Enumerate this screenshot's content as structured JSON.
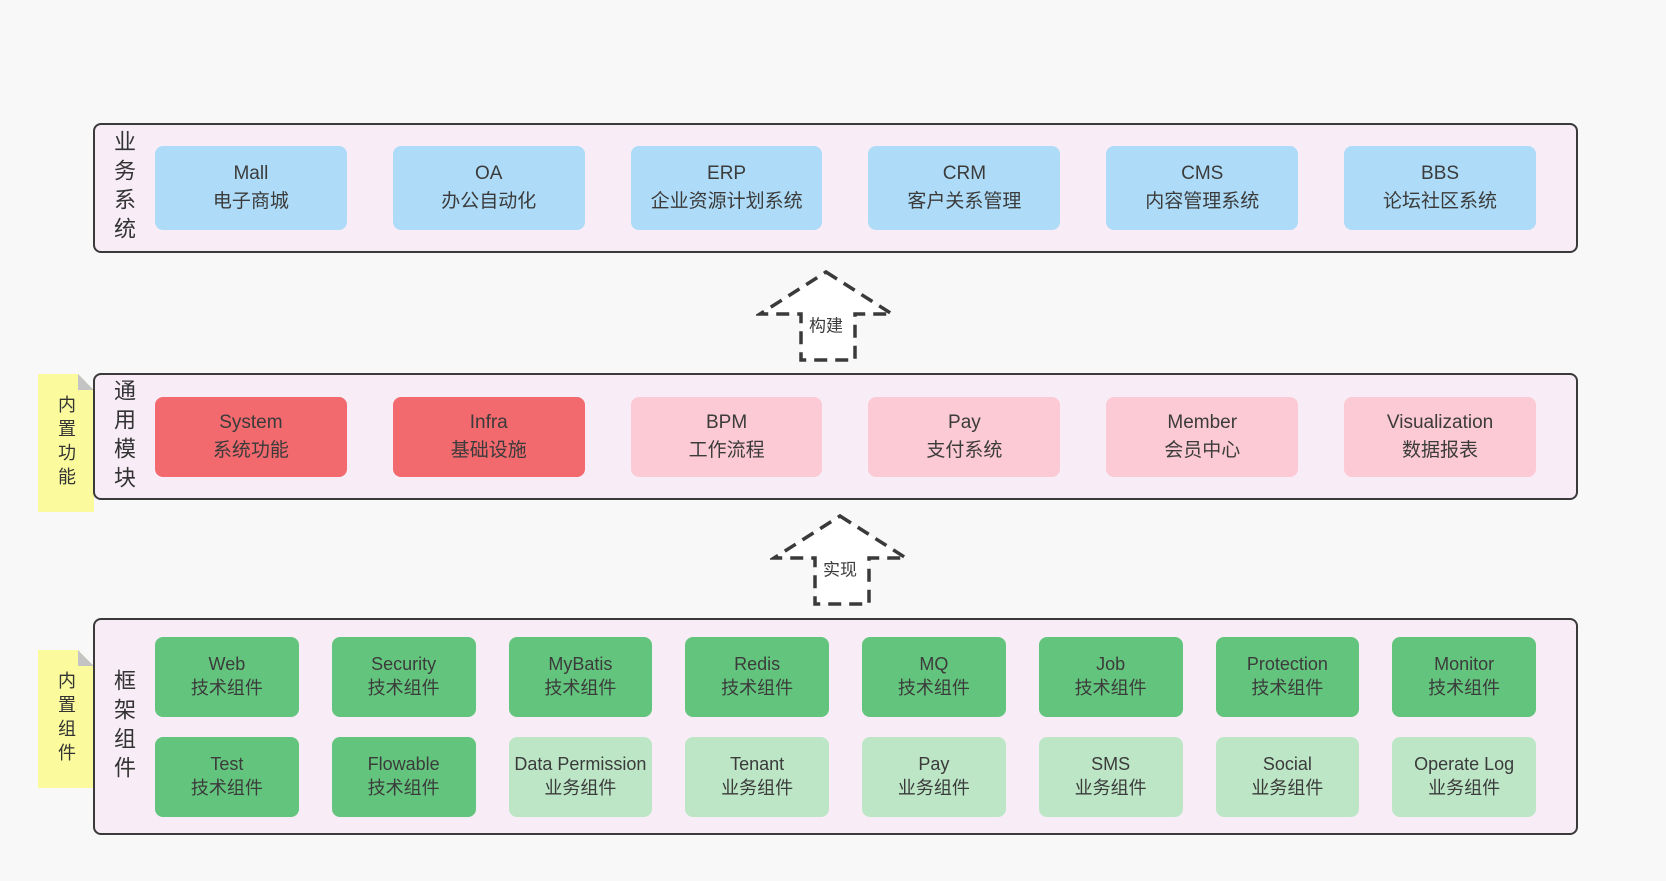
{
  "sections": {
    "business": {
      "label": "业务系统",
      "boxes": [
        {
          "en": "Mall",
          "zh": "电子商城"
        },
        {
          "en": "OA",
          "zh": "办公自动化"
        },
        {
          "en": "ERP",
          "zh": "企业资源计划系统"
        },
        {
          "en": "CRM",
          "zh": "客户关系管理"
        },
        {
          "en": "CMS",
          "zh": "内容管理系统"
        },
        {
          "en": "BBS",
          "zh": "论坛社区系统"
        }
      ]
    },
    "modules": {
      "label": "通用模块",
      "sticky": "内置功能",
      "boxes": [
        {
          "en": "System",
          "zh": "系统功能"
        },
        {
          "en": "Infra",
          "zh": "基础设施"
        },
        {
          "en": "BPM",
          "zh": "工作流程"
        },
        {
          "en": "Pay",
          "zh": "支付系统"
        },
        {
          "en": "Member",
          "zh": "会员中心"
        },
        {
          "en": "Visualization",
          "zh": "数据报表"
        }
      ]
    },
    "components": {
      "label": "框架组件",
      "sticky": "内置组件",
      "row1": [
        {
          "en": "Web",
          "zh": "技术组件"
        },
        {
          "en": "Security",
          "zh": "技术组件"
        },
        {
          "en": "MyBatis",
          "zh": "技术组件"
        },
        {
          "en": "Redis",
          "zh": "技术组件"
        },
        {
          "en": "MQ",
          "zh": "技术组件"
        },
        {
          "en": "Job",
          "zh": "技术组件"
        },
        {
          "en": "Protection",
          "zh": "技术组件"
        },
        {
          "en": "Monitor",
          "zh": "技术组件"
        }
      ],
      "row2": [
        {
          "en": "Test",
          "zh": "技术组件"
        },
        {
          "en": "Flowable",
          "zh": "技术组件"
        },
        {
          "en": "Data Permission",
          "zh": "业务组件"
        },
        {
          "en": "Tenant",
          "zh": "业务组件"
        },
        {
          "en": "Pay",
          "zh": "业务组件"
        },
        {
          "en": "SMS",
          "zh": "业务组件"
        },
        {
          "en": "Social",
          "zh": "业务组件"
        },
        {
          "en": "Operate Log",
          "zh": "业务组件"
        }
      ]
    }
  },
  "arrows": {
    "build": "构建",
    "implement": "实现"
  },
  "colors": {
    "page_bg": "#f8f8f8",
    "panel_bg": "#f8edf6",
    "panel_border": "#3a3a3a",
    "blue": "#aedcf8",
    "red": "#f2696e",
    "pink": "#fccad4",
    "green": "#63c57d",
    "light_green": "#bce6c6",
    "sticky_yellow": "#fbfb9e",
    "text": "#3b3b3b"
  }
}
